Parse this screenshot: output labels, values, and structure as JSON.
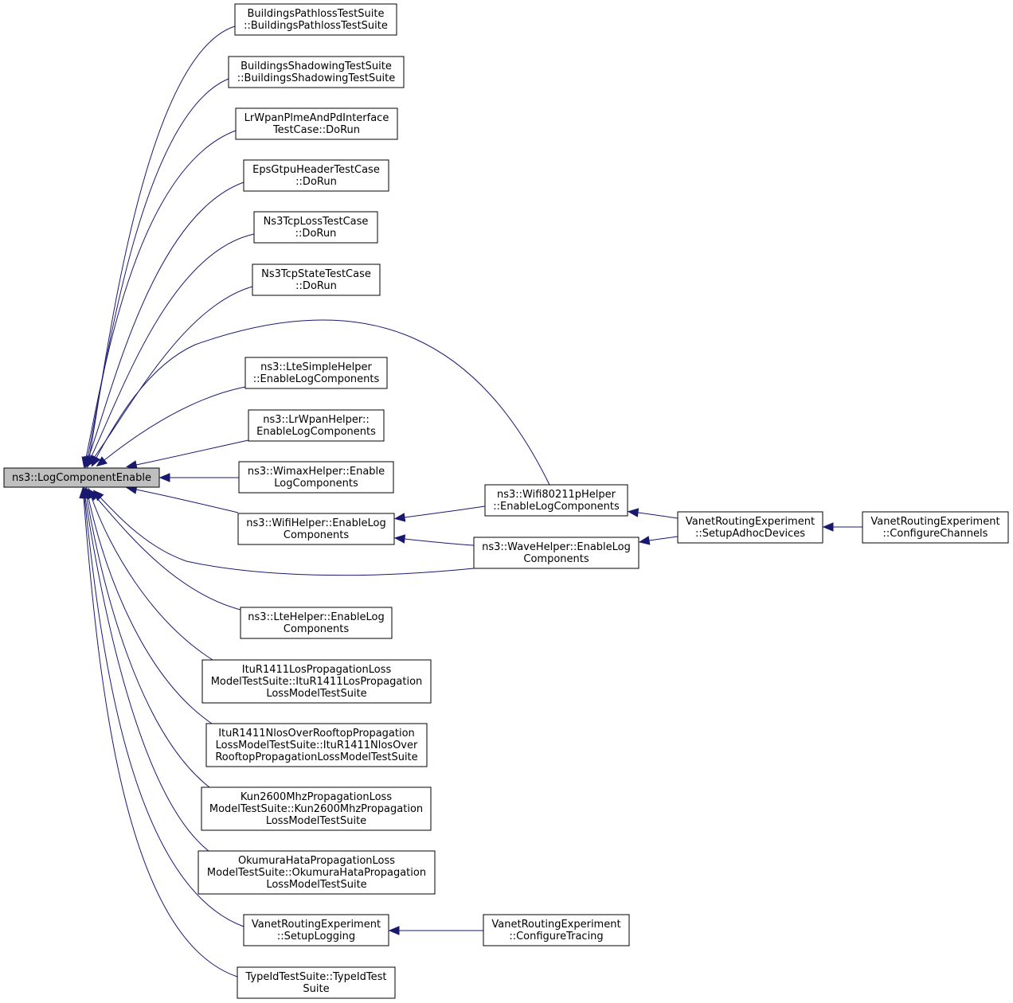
{
  "diagram": {
    "title": "",
    "root": "n_root",
    "nodes": [
      {
        "id": "n_root",
        "lines": [
          "ns3::LogComponentEnable"
        ]
      },
      {
        "id": "n_bpl",
        "lines": [
          "BuildingsPathlossTestSuite",
          "::BuildingsPathlossTestSuite"
        ]
      },
      {
        "id": "n_bsh",
        "lines": [
          "BuildingsShadowingTestSuite",
          "::BuildingsShadowingTestSuite"
        ]
      },
      {
        "id": "n_lrp",
        "lines": [
          "LrWpanPlmeAndPdInterface",
          "TestCase::DoRun"
        ]
      },
      {
        "id": "n_eps",
        "lines": [
          "EpsGtpuHeaderTestCase",
          "::DoRun"
        ]
      },
      {
        "id": "n_tcl",
        "lines": [
          "Ns3TcpLossTestCase",
          "::DoRun"
        ]
      },
      {
        "id": "n_tcs",
        "lines": [
          "Ns3TcpStateTestCase",
          "::DoRun"
        ]
      },
      {
        "id": "n_lsh",
        "lines": [
          "ns3::LteSimpleHelper",
          "::EnableLogComponents"
        ]
      },
      {
        "id": "n_lwh",
        "lines": [
          "ns3::LrWpanHelper::",
          "EnableLogComponents"
        ]
      },
      {
        "id": "n_wmx",
        "lines": [
          "ns3::WimaxHelper::Enable",
          "LogComponents"
        ]
      },
      {
        "id": "n_wfh",
        "lines": [
          "ns3::WifiHelper::EnableLog",
          "Components"
        ]
      },
      {
        "id": "n_lte",
        "lines": [
          "ns3::LteHelper::EnableLog",
          "Components"
        ]
      },
      {
        "id": "n_itl",
        "lines": [
          "ItuR1411LosPropagationLoss",
          "ModelTestSuite::ItuR1411LosPropagation",
          "LossModelTestSuite"
        ]
      },
      {
        "id": "n_itn",
        "lines": [
          "ItuR1411NlosOverRooftopPropagation",
          "LossModelTestSuite::ItuR1411NlosOver",
          "RooftopPropagationLossModelTestSuite"
        ]
      },
      {
        "id": "n_kun",
        "lines": [
          "Kun2600MhzPropagationLoss",
          "ModelTestSuite::Kun2600MhzPropagation",
          "LossModelTestSuite"
        ]
      },
      {
        "id": "n_oku",
        "lines": [
          "OkumuraHataPropagationLoss",
          "ModelTestSuite::OkumuraHataPropagation",
          "LossModelTestSuite"
        ]
      },
      {
        "id": "n_vsl",
        "lines": [
          "VanetRoutingExperiment",
          "::SetupLogging"
        ]
      },
      {
        "id": "n_tid",
        "lines": [
          "TypeIdTestSuite::TypeIdTest",
          "Suite"
        ]
      },
      {
        "id": "n_w80",
        "lines": [
          "ns3::Wifi80211pHelper",
          "::EnableLogComponents"
        ]
      },
      {
        "id": "n_wav",
        "lines": [
          "ns3::WaveHelper::EnableLog",
          "Components"
        ]
      },
      {
        "id": "n_vad",
        "lines": [
          "VanetRoutingExperiment",
          "::SetupAdhocDevices"
        ]
      },
      {
        "id": "n_vcc",
        "lines": [
          "VanetRoutingExperiment",
          "::ConfigureChannels"
        ]
      },
      {
        "id": "n_vct",
        "lines": [
          "VanetRoutingExperiment",
          "::ConfigureTracing"
        ]
      }
    ],
    "edges": [
      {
        "from": "n_bpl",
        "to": "n_root"
      },
      {
        "from": "n_bsh",
        "to": "n_root"
      },
      {
        "from": "n_lrp",
        "to": "n_root"
      },
      {
        "from": "n_eps",
        "to": "n_root"
      },
      {
        "from": "n_tcl",
        "to": "n_root"
      },
      {
        "from": "n_tcs",
        "to": "n_root"
      },
      {
        "from": "n_w80",
        "to": "n_root"
      },
      {
        "from": "n_lsh",
        "to": "n_root"
      },
      {
        "from": "n_lwh",
        "to": "n_root"
      },
      {
        "from": "n_wmx",
        "to": "n_root"
      },
      {
        "from": "n_wfh",
        "to": "n_root"
      },
      {
        "from": "n_wav",
        "to": "n_root"
      },
      {
        "from": "n_lte",
        "to": "n_root"
      },
      {
        "from": "n_itl",
        "to": "n_root"
      },
      {
        "from": "n_itn",
        "to": "n_root"
      },
      {
        "from": "n_kun",
        "to": "n_root"
      },
      {
        "from": "n_oku",
        "to": "n_root"
      },
      {
        "from": "n_vsl",
        "to": "n_root"
      },
      {
        "from": "n_tid",
        "to": "n_root"
      },
      {
        "from": "n_w80",
        "to": "n_wfh"
      },
      {
        "from": "n_wav",
        "to": "n_wfh"
      },
      {
        "from": "n_vad",
        "to": "n_w80"
      },
      {
        "from": "n_vad",
        "to": "n_wav"
      },
      {
        "from": "n_vcc",
        "to": "n_vad"
      },
      {
        "from": "n_vct",
        "to": "n_vsl"
      }
    ]
  }
}
